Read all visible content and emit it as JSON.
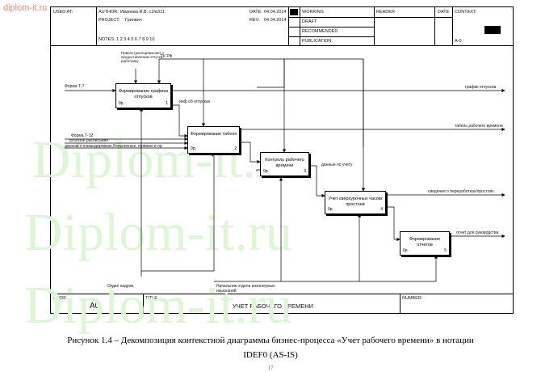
{
  "site_watermark": "diplom-it.ru",
  "big_watermark": "Diplom-it.ru",
  "header": {
    "used_at": "USED AT:",
    "author": "AUTHOR:",
    "author_value": "Иванова И.В. с2/в311",
    "project": "PROJECT:",
    "project_value": "Гринвич",
    "date": "DATE:",
    "date_value": "04.04.2014",
    "rev": "REV:",
    "rev_value": "04.04.2014",
    "notes": "NOTES: 1 2 3 4 5 6 7 8 9 10",
    "working": "WORKING",
    "draft": "DRAFT",
    "recommended": "RECOMMENDED",
    "publication": "PUBLICATION",
    "reader": "READER",
    "reader_date": "DATE",
    "context": "CONTEXT:",
    "context_node": "A-0"
  },
  "boxes": [
    {
      "title": "Формирование графика отпусков",
      "cost": "0р.",
      "num": "1"
    },
    {
      "title": "Формирование табеля",
      "cost": "0р.",
      "num": "2"
    },
    {
      "title": "Контроль рабочего времени",
      "cost": "0р.",
      "num": "3"
    },
    {
      "title": "Учет сверхурочных часов/простоев",
      "cost": "0р.",
      "num": "4"
    },
    {
      "title": "Формирование отчетов",
      "cost": "0р.",
      "num": "5"
    }
  ],
  "arrows": {
    "forma_t7": "Форма Т-7",
    "prikaz": "Приказ (распоряжение) о предоставлении отпуска работнику",
    "tk_rf": "ТК РФ",
    "grafik": "график отпусков",
    "inf_otpusk": "инф.об отпусках",
    "forma_t12": "Форма Т-12",
    "shtat": "штатное расписание",
    "dannye_kom": "данные о командировках,больничных, неявках и пр.",
    "tabel": "табель рабочего времени",
    "dannye_uchet": "данные по учету",
    "svedenia": "сведения о переработках/простоях",
    "otchet": "отчет для руководства",
    "otdel_kadrov": "Отдел кадров",
    "nachalnik": "Начальник отдела инженерных изысканий"
  },
  "footer": {
    "node": "NODE:",
    "node_value": "A0",
    "title": "TITLE:",
    "title_value": "УЧЕТ РАБОЧЕГО ВРЕМЕНИ",
    "number": "NUMBER:"
  },
  "caption": {
    "line1": "Рисунок 1.4 – Декомпозиция контекстной диаграммы бизнес-процесса «Учет рабочего времени» в нотации",
    "line2": "IDEF0 (AS-IS)",
    "page": "17"
  }
}
